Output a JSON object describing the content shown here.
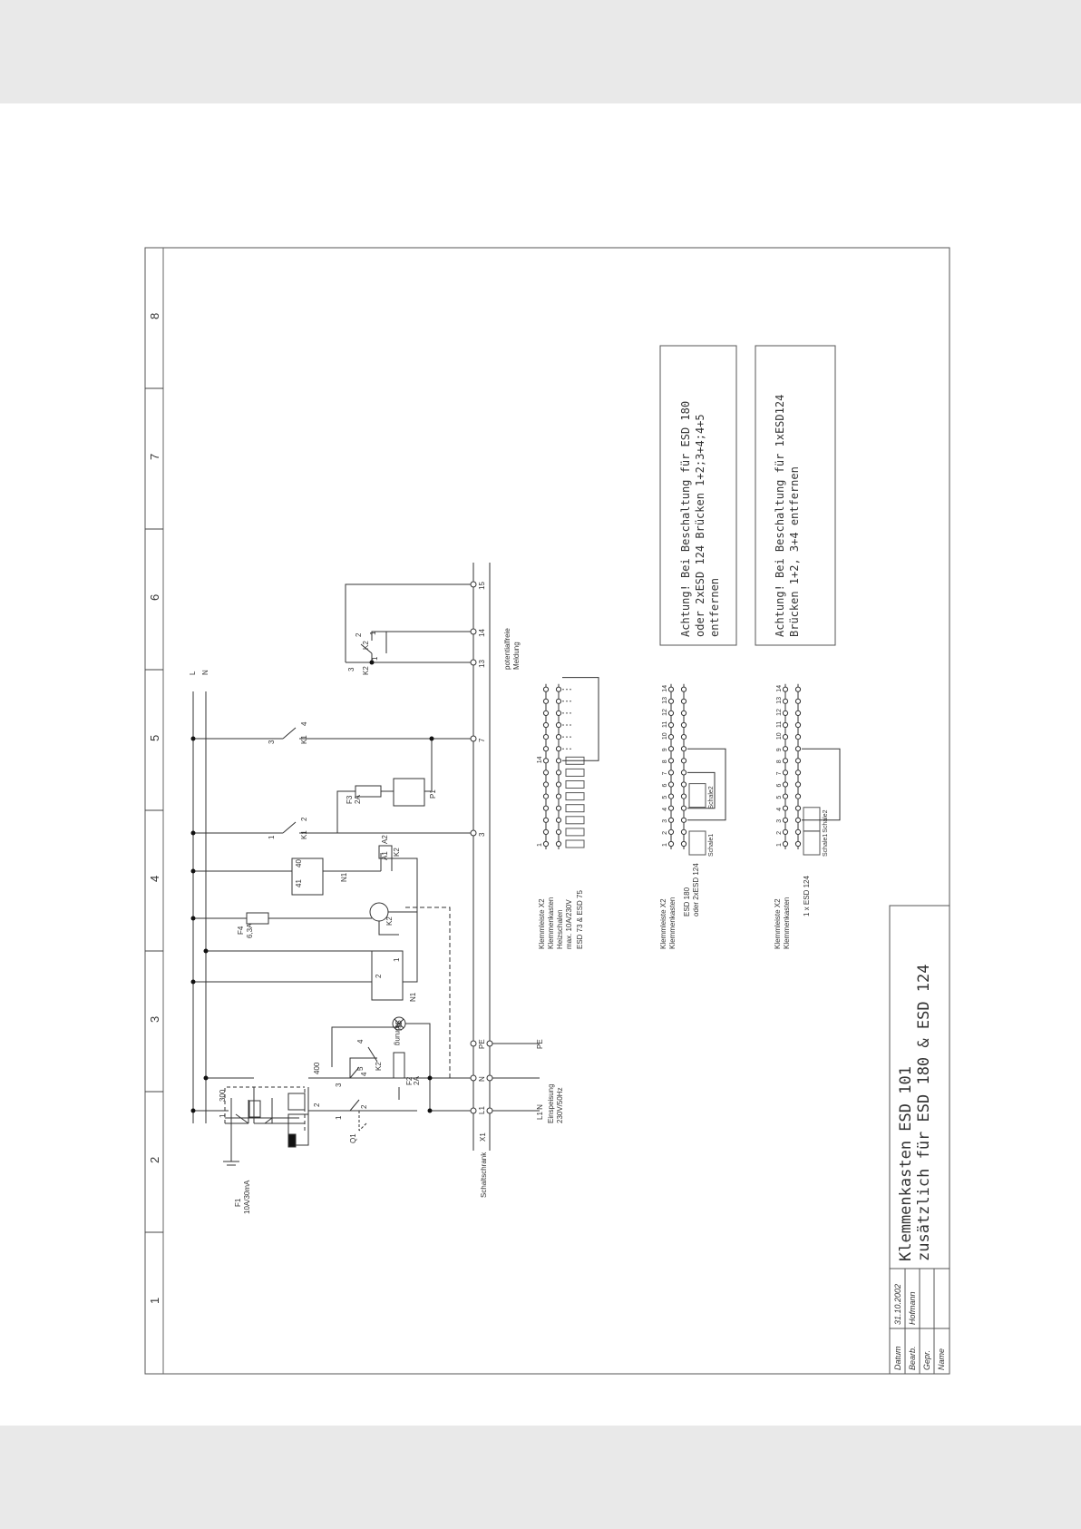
{
  "frame": {
    "column_numbers": [
      "1",
      "2",
      "3",
      "4",
      "5",
      "6",
      "7",
      "8"
    ]
  },
  "title_block": {
    "rows": [
      {
        "label": "Datum",
        "value": "31.10.2002"
      },
      {
        "label": "Bearb.",
        "value": "Hofmann"
      },
      {
        "label": "Gepr.",
        "value": ""
      },
      {
        "label": "Name",
        "value": ""
      }
    ],
    "title_line1": "Klemmenkasten  ESD 101",
    "title_line2": "zusätzlich für  ESD 180  &  ESD 124"
  },
  "notes": [
    {
      "lines": [
        "Achtung! Bei Beschaltung für ESD 180",
        "oder 2xESD 124 Brücken 1+2;3+4;4+5",
        "entfernen"
      ]
    },
    {
      "lines": [
        "Achtung! Bei Beschaltung für 1xESD124",
        "Brücken 1+2, 3+4 entfernen"
      ]
    }
  ],
  "labels": {
    "L": "L",
    "N": "N",
    "F1": "F1",
    "F1_rating": "10A/30mA",
    "Q1": "Q1",
    "Q1_pin1": "1",
    "Q1_pin3": "3",
    "Q1_pin2": "2",
    "Q1_pin4": "4",
    "wire_300": "300",
    "wire_400": "400",
    "wire_1": "1",
    "wire_2": "2",
    "K2_a": "K2",
    "K2_a_pin5": "5",
    "K2_a_pin4": "4",
    "F2": "F2",
    "F2_rating": "2A",
    "H1": "H1",
    "H1_text": "Störung",
    "N1_a": "N1",
    "N1_a_pin2": "2",
    "N1_a_pin1": "1",
    "F4": "F4",
    "F4_rating": "6,3A",
    "K2_coil": "K2",
    "N1_b": "N1",
    "N1_b_pin41": "41",
    "N1_b_pin40": "40",
    "A1": "A1",
    "A2": "A2",
    "K2_b": "K2",
    "K1_a": "K1",
    "K1_a_pin1": "1",
    "K1_a_pin2": "2",
    "F3": "F3",
    "F3_rating": "2A",
    "P1": "P1",
    "K1_b": "K1",
    "K1_b_pin3": "3",
    "K1_b_pin4": "4",
    "K2_c": "K2",
    "K2_c_pin3": "3",
    "K2_c_pin1": "1",
    "K2_d": "K2",
    "K2_d_pin2": "2",
    "K2_d_pin1": "1",
    "schaltschrank": "Schaltschrank",
    "x1": "X1",
    "t_L1": "L1",
    "t_N": "N",
    "t_PE": "PE",
    "t_3": "3",
    "t_7": "7",
    "t_13": "13",
    "t_14": "14",
    "t_15": "15",
    "out_L1N": "L1  N",
    "out_PE": "PE",
    "einspeisung": "Einspeisung",
    "einspeisung_rating": "230V/50Hz",
    "potfrei1": "potentialfreie",
    "potfrei2": "Meldung",
    "strip1_cap1": "Klemmleiste X2",
    "strip1_cap2": "Klemmenkasten",
    "strip1_cap3": "Heizschalen",
    "strip1_cap4": "max. 10A/230V",
    "strip1_cap5": "ESD 73 & ESD 75",
    "strip2_cap1": "Klemmleiste X2",
    "strip2_cap2": "Klemmenkasten",
    "strip2_cap3": "ESD 180",
    "strip2_cap4": "oder 2xESD 124",
    "strip3_cap1": "Klemmleiste X2",
    "strip3_cap2": "Klemmenkasten",
    "strip3_cap3": "1 x ESD 124",
    "schale1": "Schale1",
    "schale2": "Schale2",
    "strip1_first": "1",
    "strip1_last": "14"
  },
  "strip_numbers": [
    "1",
    "2",
    "3",
    "4",
    "5",
    "6",
    "7",
    "8",
    "9",
    "10",
    "11",
    "12",
    "13",
    "14"
  ]
}
